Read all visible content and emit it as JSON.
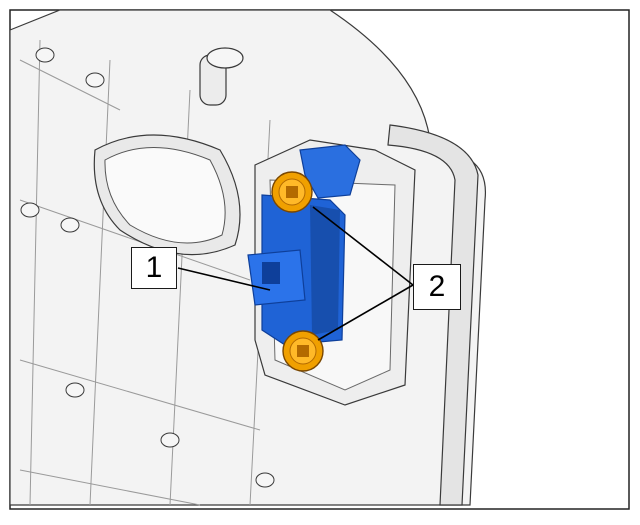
{
  "callouts": [
    {
      "number": "1",
      "part": "sensor-module"
    },
    {
      "number": "2",
      "part": "screws"
    }
  ],
  "colors": {
    "housing": "#f2f2f2",
    "housing_shadow": "#d6d6d6",
    "outline": "#2a2a2a",
    "sensor_blue": "#1f63d6",
    "sensor_blue_dark": "#0e3f9a",
    "screw_orange": "#f0a000",
    "screw_orange_dark": "#b36a00",
    "frame": "#222222"
  }
}
